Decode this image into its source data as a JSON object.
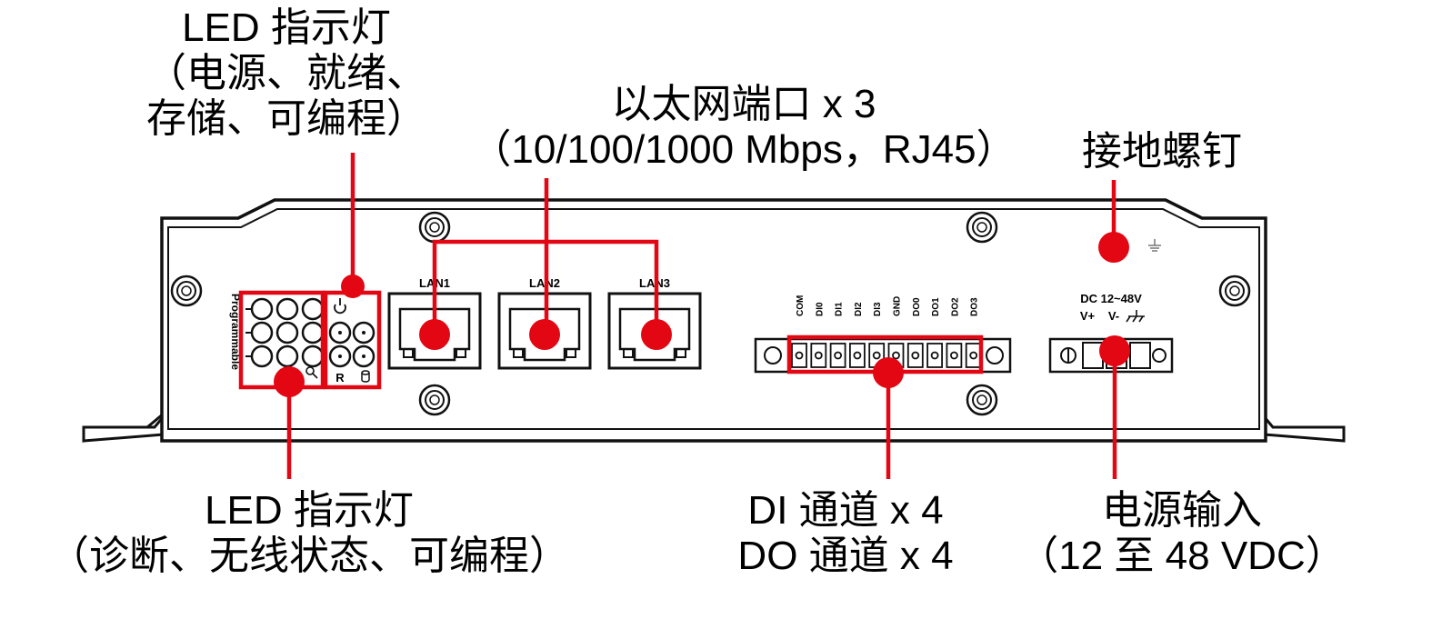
{
  "callouts": {
    "led_top": {
      "line1": "LED 指示灯",
      "line2": "（电源、就绪、",
      "line3": "存储、可编程）"
    },
    "ethernet": {
      "line1": "以太网端口 x 3",
      "line2": "（10/100/1000 Mbps，RJ45）"
    },
    "ground_screw": {
      "line1": "接地螺钉"
    },
    "led_bottom": {
      "line1": "LED 指示灯",
      "line2": "（诊断、无线状态、可编程）"
    },
    "dio": {
      "line1": "DI 通道 x 4",
      "line2": "DO 通道 x 4"
    },
    "power_input": {
      "line1": "电源输入",
      "line2": "（12 至 48 VDC）"
    }
  },
  "panel": {
    "programmable_label": "Programmable",
    "reset_label": "R",
    "lan_labels": [
      "LAN1",
      "LAN2",
      "LAN3"
    ],
    "dio_pins": [
      "COM",
      "DI0",
      "DI1",
      "DI2",
      "DI3",
      "GND",
      "DO0",
      "DO1",
      "DO2",
      "DO3"
    ],
    "dc_label": "DC 12~48V",
    "dc_pins": [
      "V+",
      "V-"
    ]
  },
  "colors": {
    "accent": "#e30613",
    "outline": "#111111"
  }
}
